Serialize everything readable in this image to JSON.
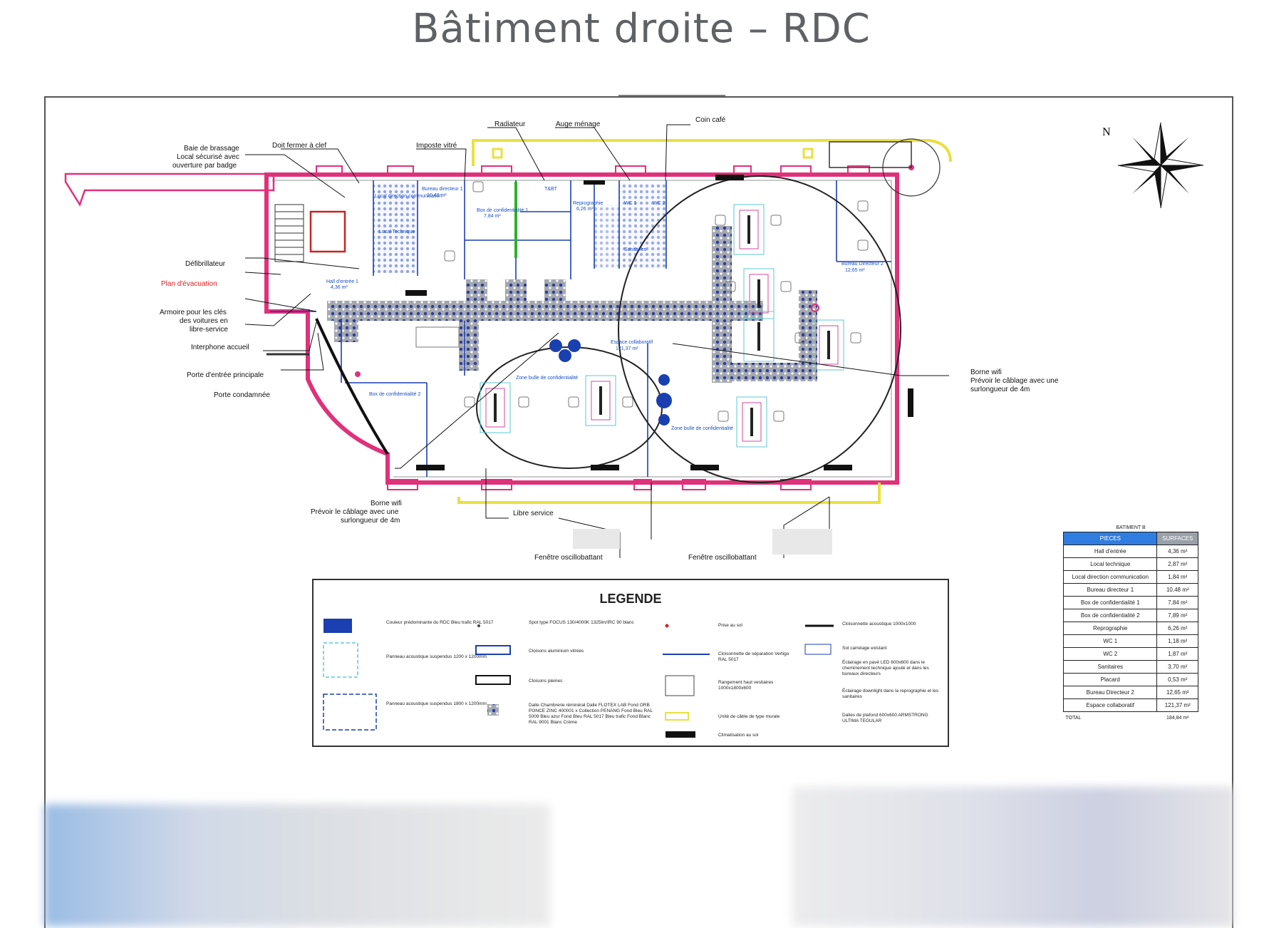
{
  "title": "Bâtiment droite – RDC",
  "plan": {
    "labels": {
      "baie_brassage": "Baie de brassage",
      "local_securise": "Local sécurisé avec",
      "ouverture_badge": "ouverture par badge",
      "doit_fermer": "Doit fermer à clef",
      "imposte_vitre": "Imposte vitré",
      "radiateur": "Radiateur",
      "auge_menage": "Auge ménage",
      "coin_cafe": "Coin café",
      "defibrillateur": "Défibrillateur",
      "plan_evacuation": "Plan d'évacuation",
      "armoire_1": "Armoire pour les clés",
      "armoire_2": "des voitures en",
      "armoire_3": "libre-service",
      "interphone": "Interphone accueil",
      "porte_principale": "Porte d'entrée principale",
      "porte_condamnee": "Porte condamnée",
      "borne_wifi": "Borne wifi",
      "cablage_1": "Prévoir le câblage avec une",
      "cablage_2": "surlongueur de 4m",
      "libre_service": "Libre service",
      "fenetre_oscillo": "Fenêtre oscillobattant",
      "north": "N"
    },
    "rooms": {
      "hall": "Hall d'entrée 1",
      "hall_area": "4,36 m²",
      "local_direction": "Local direction communication",
      "local_technique": "Local Technique",
      "bureau_dir1": "Bureau directeur 1",
      "bureau_dir1_area": "10,48 m²",
      "box_conf1": "Box de confidentialité 1",
      "box_conf1_area": "7,84 m²",
      "box_conf2": "Box de confidentialité 2",
      "reprographie": "Reprographie",
      "reprographie_area": "6,26 m²",
      "wc1": "WC 1",
      "wc2": "WC 2",
      "sanitaires": "Sanitaires",
      "espace_collab": "Espace collaboratif",
      "espace_collab_area": "121,37 m²",
      "bureau_dir2": "Bureau Directeur 2",
      "bureau_dir2_area": "12,65 m²",
      "zone_bulle1": "Zone bulle de confidentialité",
      "zone_bulle2": "Zone bulle de confidentialité",
      "tisane": "T&BT"
    }
  },
  "surfaces": {
    "caption": "BATIMENT B",
    "headers": [
      "PIECES",
      "SURFACES"
    ],
    "rows": [
      [
        "Hall d'entrée",
        "4,36 m²"
      ],
      [
        "Local technique",
        "2,87 m²"
      ],
      [
        "Local direction communication",
        "1,84 m²"
      ],
      [
        "Bureau directeur 1",
        "10,48 m²"
      ],
      [
        "Box de confidentialité 1",
        "7,84 m²"
      ],
      [
        "Box de confidentialité 2",
        "7,89 m²"
      ],
      [
        "Reprographie",
        "6,26 m²"
      ],
      [
        "WC 1",
        "1,18 m²"
      ],
      [
        "WC 2",
        "1,87 m²"
      ],
      [
        "Sanitaires",
        "3,70 m²"
      ],
      [
        "Placard",
        "0,53 m²"
      ],
      [
        "Bureau Directeur 2",
        "12,65 m²"
      ],
      [
        "Espace collaboratif",
        "121,37 m²"
      ]
    ],
    "total_label": "TOTAL",
    "total_value": "184,84 m²"
  },
  "legend": {
    "title": "LEGENDE",
    "items": [
      "Couleur prédominante du RDC Bleu trafic RAL 5017",
      "Panneau acoustique suspendus 1200 x 1200mm",
      "Panneau acoustique suspendus 1800 x 1200mm",
      "Spot type FOCUS 130/4000K 1325lm/IRC 90 blanc",
      "Cloisons aluminium vitrées",
      "Cloisons pleines",
      "Dalle Chambrerie réminéral Dalle FLOTEX LAB Fond ORB PONCE ZINC 400001 x Collection PENANG Fond Bleu RAL 5009 Bleu azur Fond Bleu RAL 5017 Bleu trafic Fond Blanc RAL 9001 Blanc Crème",
      "Prise au sol",
      "Cloisonnette de séparation Vertigo RAL 5017",
      "Rangement haut vestiaires 1000x1800x600",
      "Unité de câble de type murale",
      "Climatisation au sol",
      "Cloisonnette acoustique 1000x1000",
      "Sol carrelage existant",
      "Éclairage en pavé LED 600x600 dans le cheminement technique ajouté et dans les bureaux directeurs",
      "Éclairage downlight dans la reprographie et les sanitaires",
      "Dalles de plafond 600x600 ARMSTRONG ULTIMA TEGULAR"
    ]
  },
  "colors": {
    "wall": "#e0317a",
    "partition": "#1a3fb0",
    "floor_tile": "#3f4ea8",
    "walkway": "#9ea2a8",
    "cable_tray": "#e9e040",
    "table_header": "#2f7de0"
  }
}
